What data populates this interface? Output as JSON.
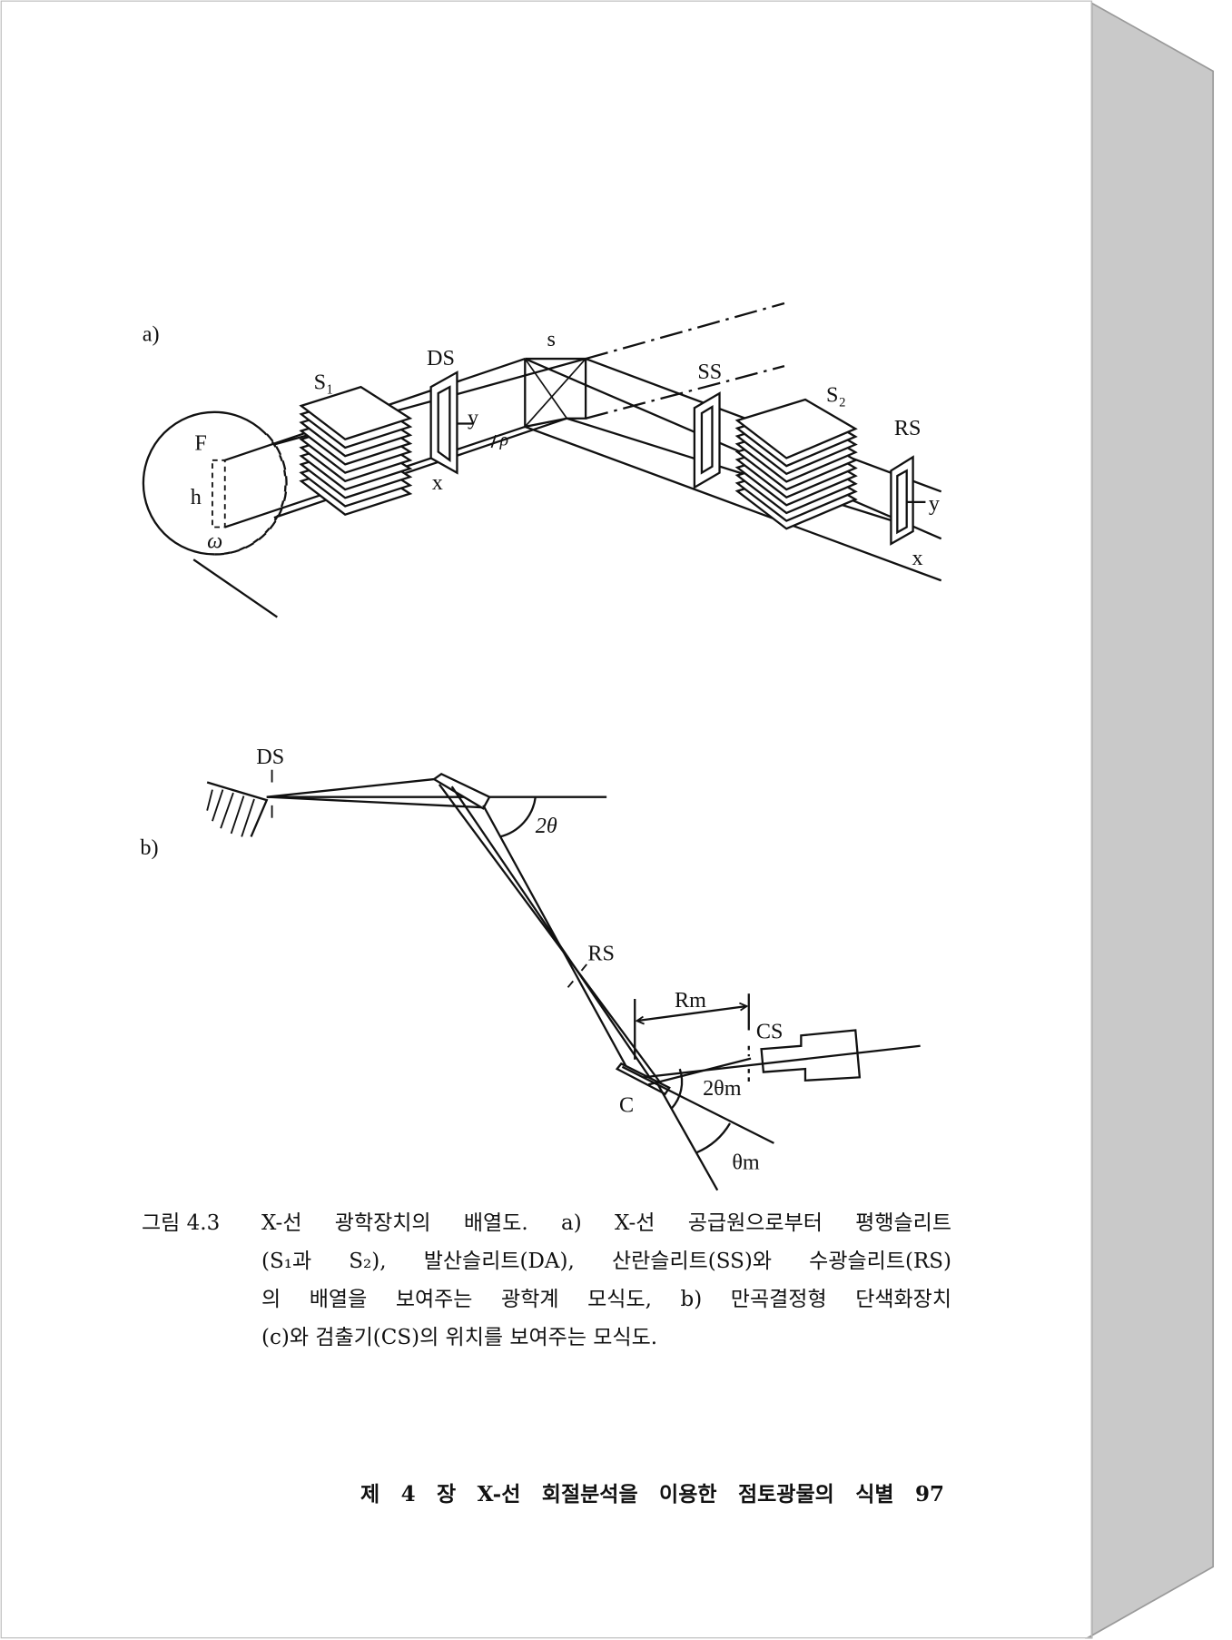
{
  "figure_a": {
    "panel_label": "a)",
    "labels": {
      "F": "F",
      "h": "h",
      "omega": "ω",
      "s1": "S₁",
      "ds": "DS",
      "s": "s",
      "rho": "ρ",
      "ss": "SS",
      "s2": "S₂",
      "rs": "RS",
      "y1": "y",
      "x1": "x",
      "y2": "y",
      "x2": "x"
    }
  },
  "figure_b": {
    "panel_label": "b)",
    "labels": {
      "ds": "DS",
      "two_theta": "2θ",
      "rs": "RS",
      "rm": "Rm",
      "cs": "CS",
      "c": "C",
      "two_theta_m": "2θm",
      "theta_m": "θm"
    }
  },
  "caption": {
    "number": "그림 4.3",
    "lines": [
      "X-선 광학장치의 배열도. a) X-선 공급원으로부터 평행슬리트",
      "(S₁과 S₂), 발산슬리트(DA), 산란슬리트(SS)와 수광슬리트(RS)",
      "의 배열을 보여주는 광학계 모식도, b) 만곡결정형 단색화장치",
      "(c)와 검출기(CS)의 위치를 보여주는 모식도."
    ]
  },
  "footer": {
    "chapter": "제 4 장",
    "title": "X-선 회절분석을 이용한 점토광물의 식별",
    "page_number": "97"
  }
}
